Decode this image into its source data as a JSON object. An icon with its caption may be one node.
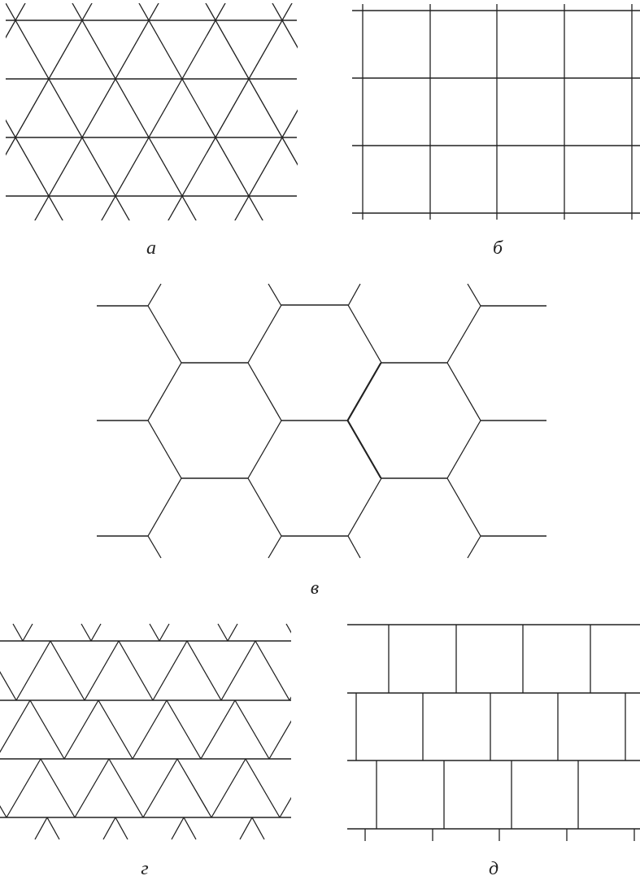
{
  "diagram": {
    "labels": [
      "а",
      "б",
      "в",
      "г",
      "д"
    ]
  }
}
